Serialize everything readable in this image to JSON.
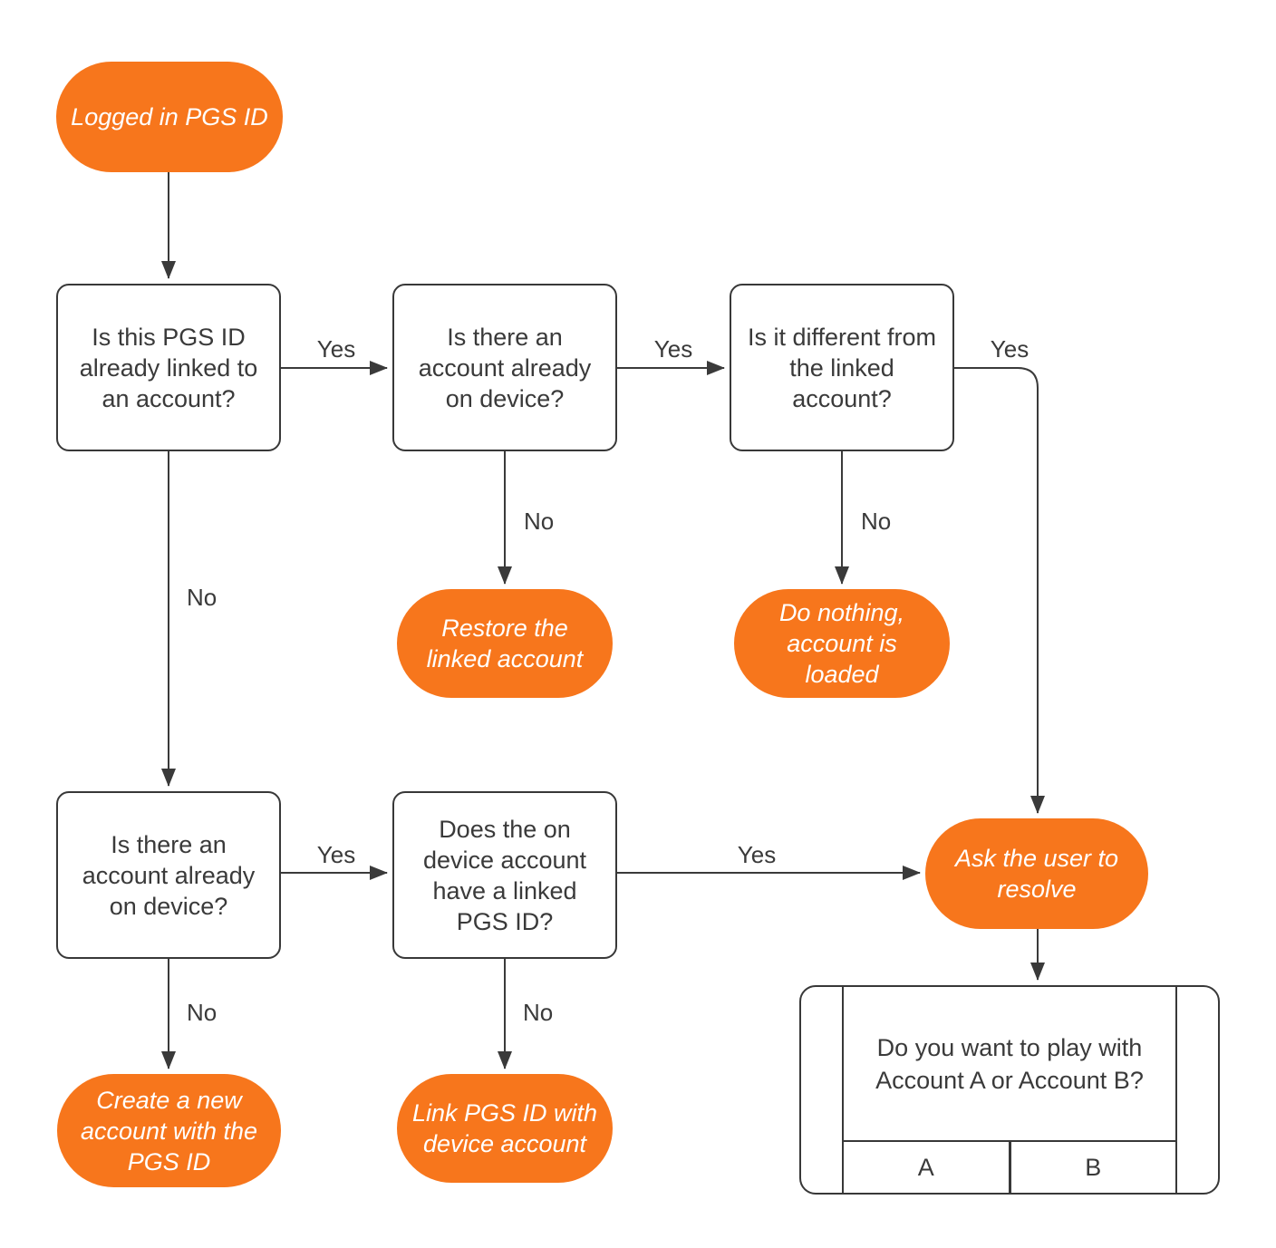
{
  "colors": {
    "accent_orange": "#f7761c",
    "line_dark": "#3a3a3a",
    "box_fill": "#ffffff"
  },
  "start": {
    "label": "Logged in PGS ID"
  },
  "decisions": [
    {
      "label": "Is this PGS ID already linked to an account?"
    },
    {
      "label": "Is there an account already on device?"
    },
    {
      "label": "Is it different from the linked account?"
    },
    {
      "label": "Is there an account already on device?"
    },
    {
      "label": "Does the on device account have a linked PGS ID?"
    }
  ],
  "outcomes": [
    {
      "label": "Restore the linked account"
    },
    {
      "label": "Do nothing, account is loaded"
    },
    {
      "label": "Ask the user to resolve"
    },
    {
      "label": "Create a new account with the PGS  ID"
    },
    {
      "label": "Link PGS ID with device account"
    }
  ],
  "edge_labels": {
    "yes": "Yes",
    "no": "No"
  },
  "dialog": {
    "prompt": "Do you want to play with Account A or Account B?",
    "button_a": "A",
    "button_b": "B"
  }
}
